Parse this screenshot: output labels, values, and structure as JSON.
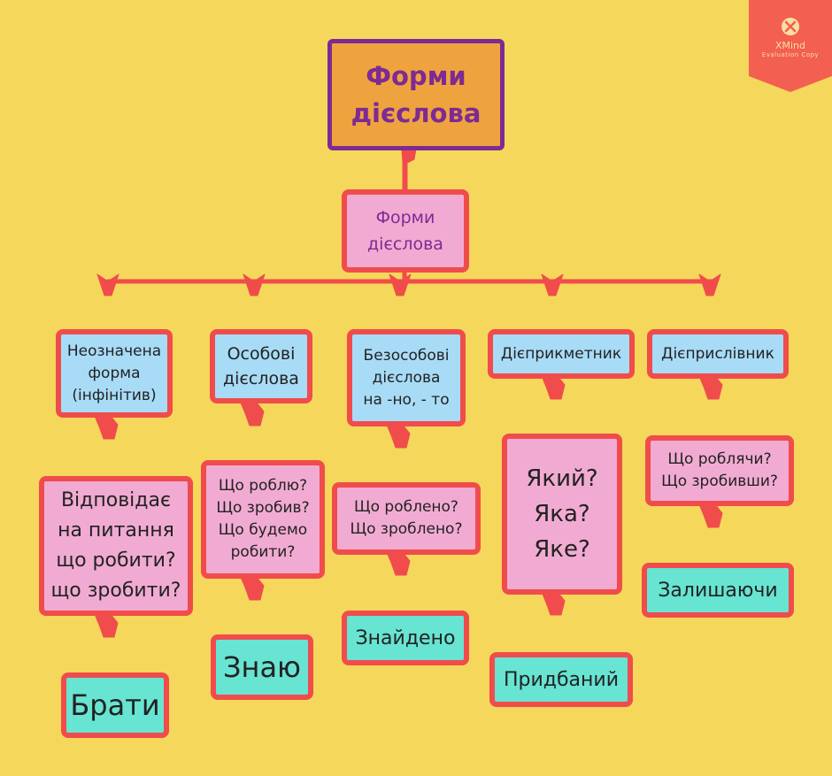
{
  "root": {
    "label": "Форми\nдієслова"
  },
  "center": {
    "label": "Форми\nдієслова"
  },
  "categories": [
    {
      "label": "Неозначена\nформа\n(інфінітив)",
      "question": "Відповідає\nна питання\nщо робити?\nщо зробити?",
      "example": "Брати"
    },
    {
      "label": "Особові\nдієслова",
      "question": "Що роблю?\nЩо зробив?\nЩо будемо\nробити?",
      "example": "Знаю"
    },
    {
      "label": "Безособові\nдієслова\nна -но, - то",
      "question": "Що роблено?\nЩо  зроблено?",
      "example": "Знайдено"
    },
    {
      "label": "Дієприкметник",
      "question": "Який?\nЯка?\nЯке?",
      "example": "Придбаний"
    },
    {
      "label": "Дієприслівник",
      "question": "Що роблячи?\nЩо зробивши?",
      "example": "Залишаючи"
    }
  ],
  "watermark": {
    "logo": "XMind",
    "subtitle": "Evaluation Copy"
  },
  "colors": {
    "background": "#f5d75c",
    "connector": "#f04c4c",
    "root_fill": "#efa33f",
    "root_border": "#7d2b93",
    "pink": "#f1abd2",
    "blue": "#a8dbf6",
    "teal": "#67e4d2",
    "watermark": "#f35f50"
  }
}
